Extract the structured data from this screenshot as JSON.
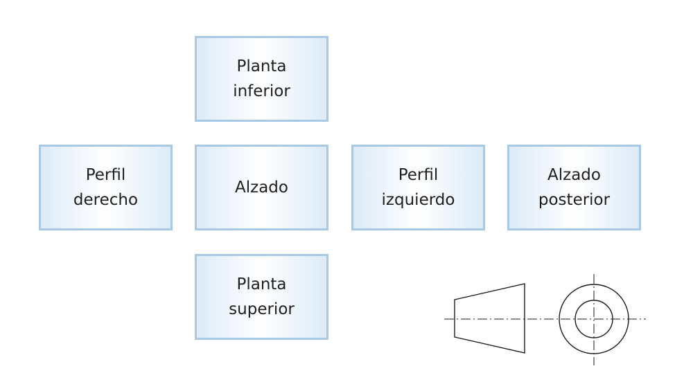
{
  "views": {
    "planta_inferior": "Planta\ninferior",
    "perfil_derecho": "Perfil\nderecho",
    "alzado": "Alzado",
    "perfil_izquierdo": "Perfil\nizquierdo",
    "alzado_posterior": "Alzado\nposterior",
    "planta_superior": "Planta\nsuperior"
  },
  "colors": {
    "box_border": "#a8c9e6",
    "box_fill_edge": "#dcebf8",
    "text": "#1e1e1e",
    "line": "#1a1a1a"
  }
}
